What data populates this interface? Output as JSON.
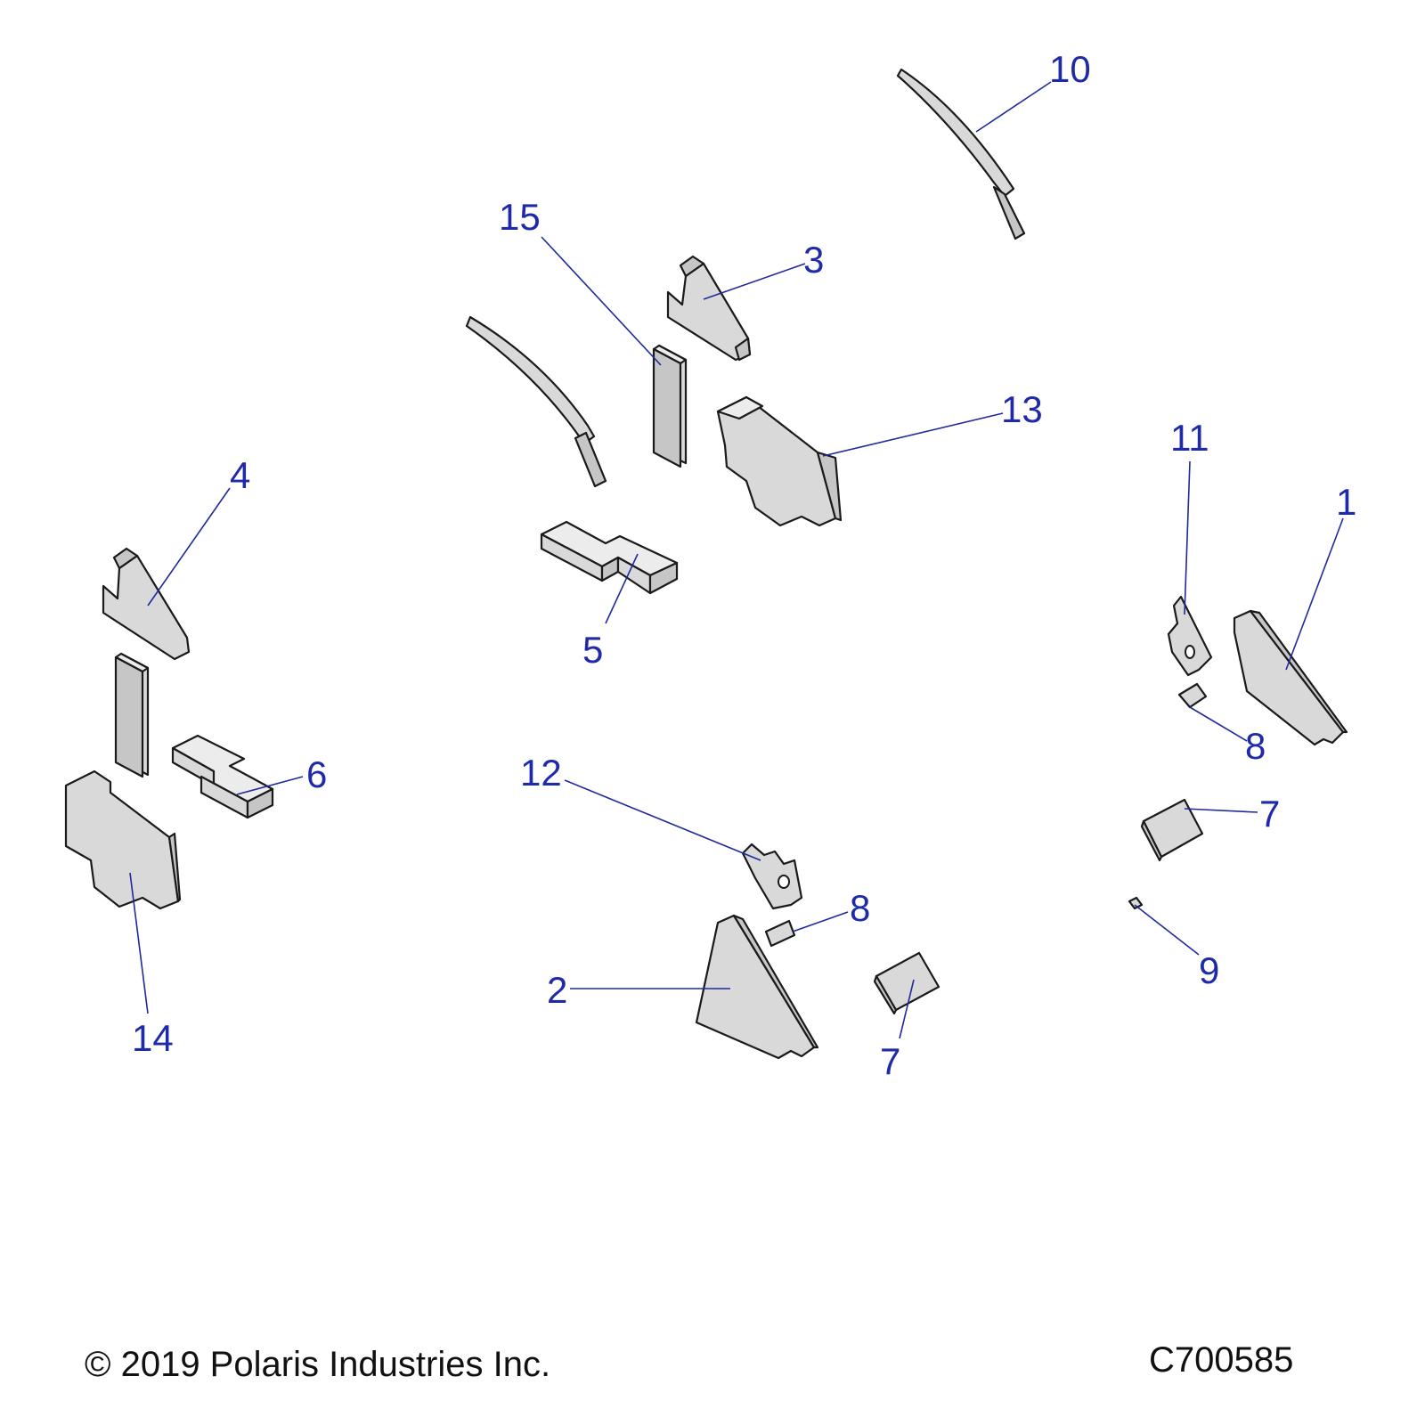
{
  "callouts": {
    "c1": "1",
    "c2": "2",
    "c3": "3",
    "c4": "4",
    "c5": "5",
    "c6": "6",
    "c7a": "7",
    "c7b": "7",
    "c8a": "8",
    "c8b": "8",
    "c9": "9",
    "c10": "10",
    "c11": "11",
    "c12": "12",
    "c13": "13",
    "c14": "14",
    "c15": "15"
  },
  "footer": {
    "copyright": "© 2019 Polaris Industries Inc.",
    "drawing_id": "C700585"
  },
  "colors": {
    "callout_blue": "#1f2aa8",
    "part_fill": "#d9d9d9",
    "outline": "#1a1a1a"
  }
}
